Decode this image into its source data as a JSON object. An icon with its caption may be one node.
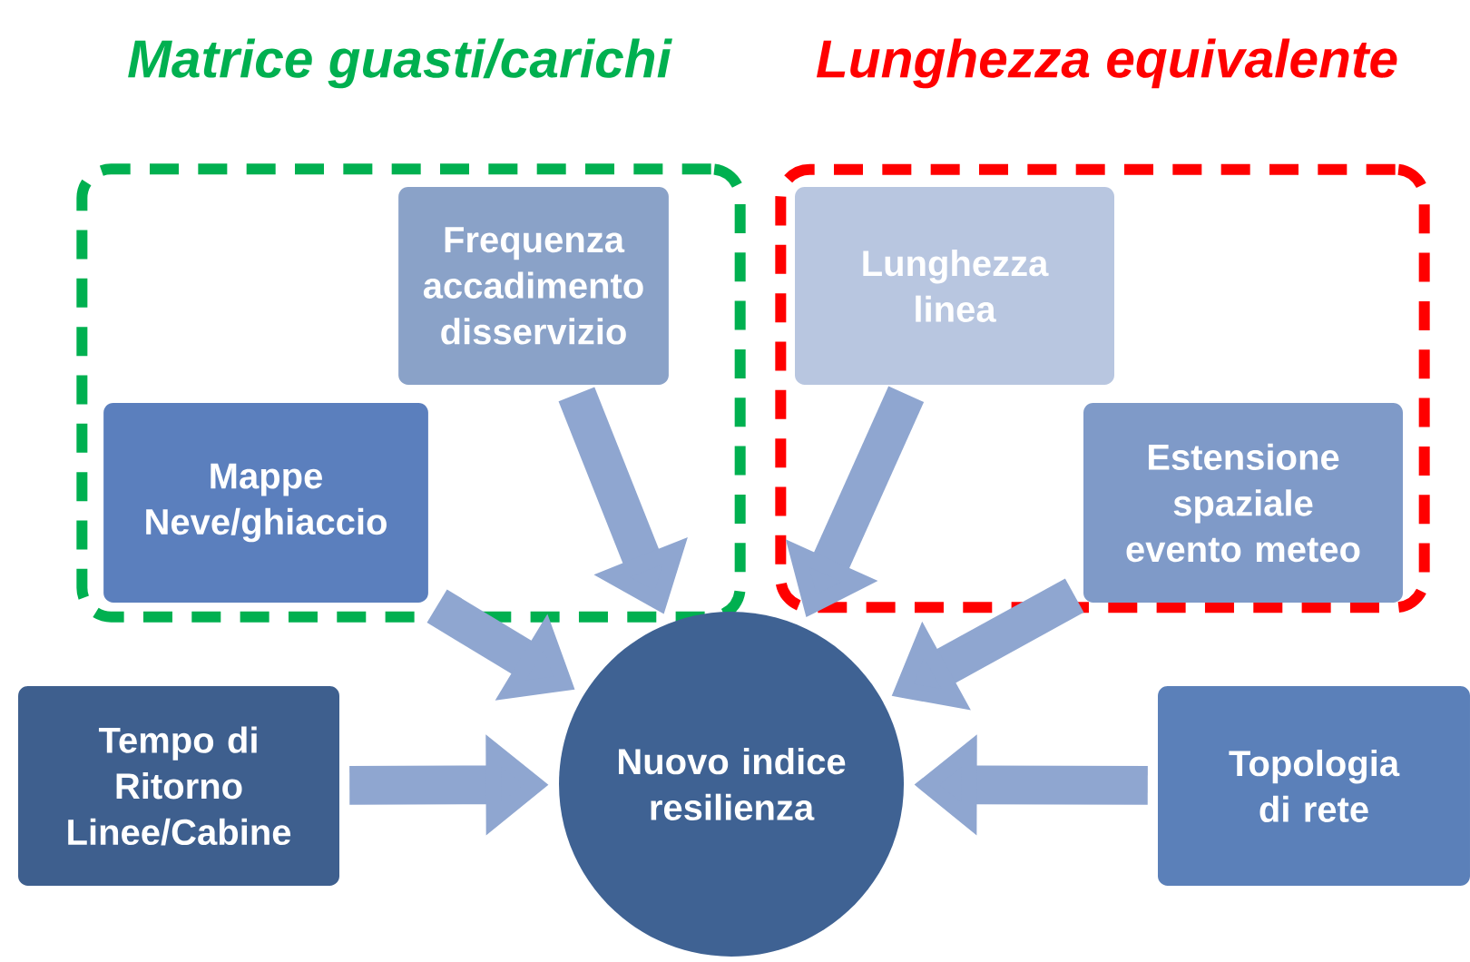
{
  "diagram": {
    "nodes": [
      {
        "text": [
          "Matrice guasti/carichi"
        ]
      },
      {
        "text": [
          "Lunghezza equivalente"
        ]
      },
      {
        "text": [
          "Frequenza accadimento disservizio"
        ],
        "in": 0
      },
      {
        "text": [
          "Mappe Neve/ghiaccio"
        ],
        "in": 0
      },
      {
        "text": [
          "Lunghezza linea"
        ],
        "in": 1
      },
      {
        "text": [
          "Estensione spaziale evento meteo"
        ],
        "in": 1
      },
      {
        "text": [
          "Tempo di Ritorno Linee/Cabine"
        ]
      },
      {
        "text": [
          "Nuovo indice resilienza"
        ]
      },
      {
        "text": [
          "Topologia di rete"
        ]
      }
    ],
    "edges": [
      {
        "from": 2,
        "to": 7,
        "arrow": "to"
      },
      {
        "from": 3,
        "to": 7,
        "arrow": "to"
      },
      {
        "from": 4,
        "to": 7,
        "arrow": "to"
      },
      {
        "from": 5,
        "to": 7,
        "arrow": "to"
      },
      {
        "from": 6,
        "to": 7,
        "arrow": "to"
      },
      {
        "from": 8,
        "to": 7,
        "arrow": "to"
      }
    ]
  }
}
